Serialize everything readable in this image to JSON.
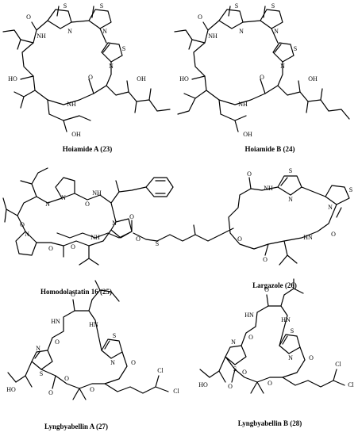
{
  "figure": {
    "compounds": [
      {
        "id": "hoiamide-a",
        "label": "Hoiamide A (23)"
      },
      {
        "id": "hoiamide-b",
        "label": "Hoiamide B (24)"
      },
      {
        "id": "homodolastatin-16",
        "label": "Homodolastatin 16 (25)"
      },
      {
        "id": "largazole",
        "label": "Largazole (26)"
      },
      {
        "id": "lyngbyabellin-a",
        "label": "Lyngbyabellin A (27)"
      },
      {
        "id": "lyngbyabellin-b",
        "label": "Lyngbyabellin B (28)"
      }
    ],
    "atom_labels": {
      "S": "S",
      "N": "N",
      "O": "O",
      "NH": "NH",
      "HN": "HN",
      "HO": "HO",
      "OH": "OH",
      "Cl": "Cl"
    }
  }
}
